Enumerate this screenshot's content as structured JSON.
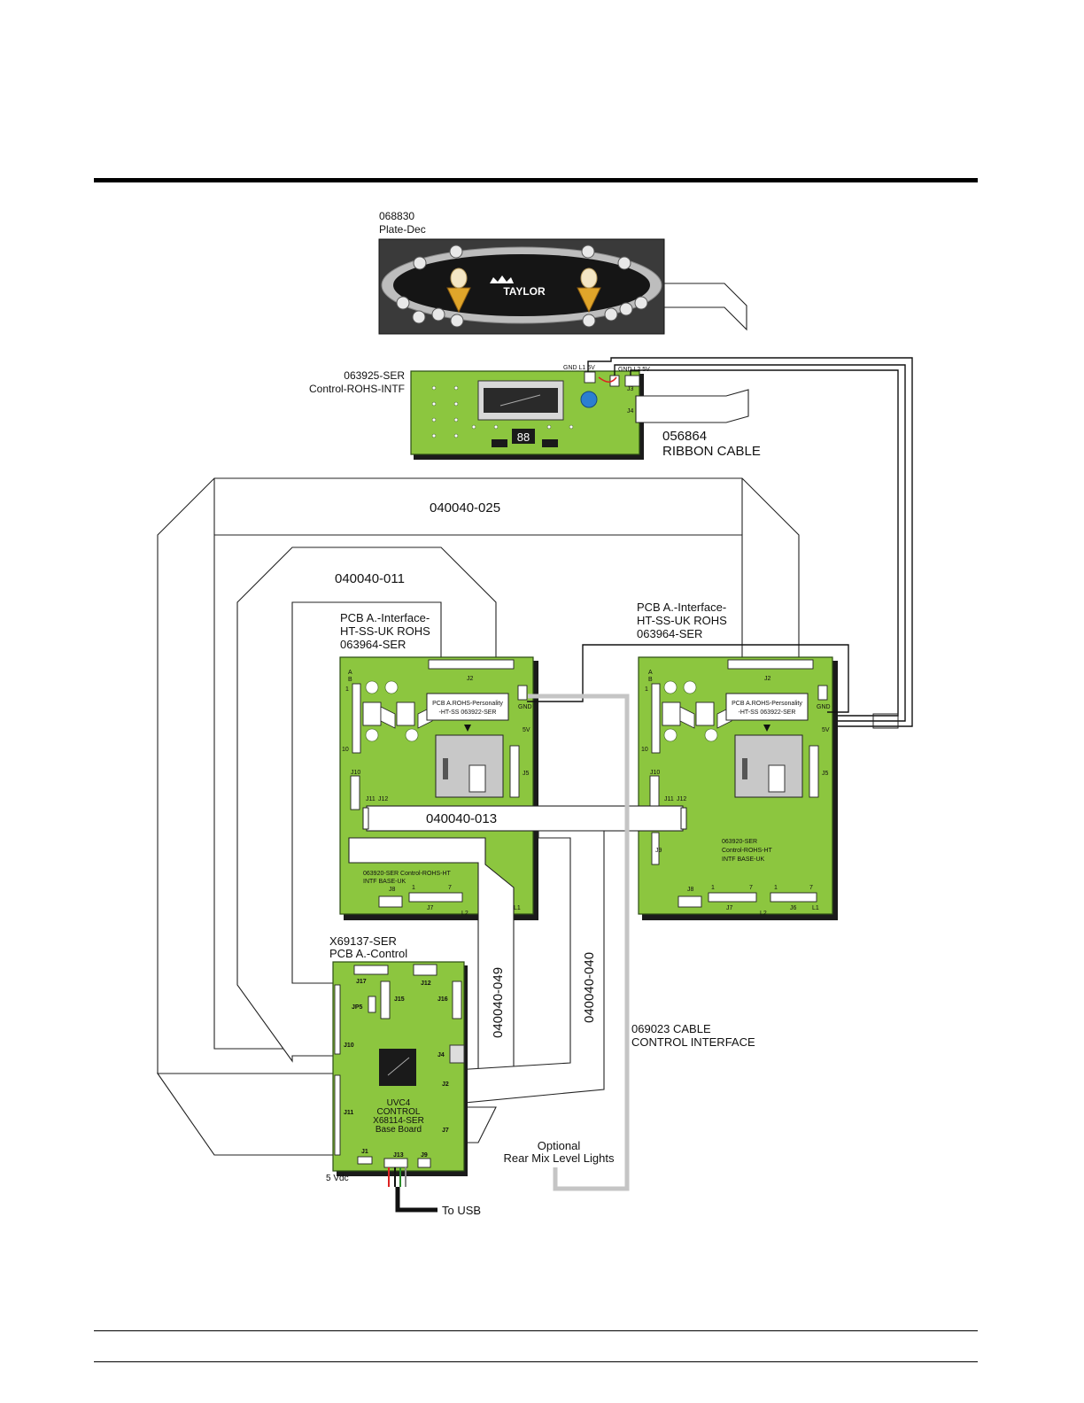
{
  "labels": {
    "plate_part": "068830",
    "plate_name": "Plate-Dec",
    "interface_part": "063925-SER",
    "interface_name": "Control-ROHS-INTF",
    "ribbon_part": "056864",
    "ribbon_name": "RIBBON CABLE",
    "cable_025": "040040-025",
    "cable_011": "040040-011",
    "cable_013": "040040-013",
    "cable_049": "040040-049",
    "cable_040": "040040-040",
    "pcb_left_line1": "PCB A.-Interface-",
    "pcb_left_line2": "HT-SS-UK ROHS",
    "pcb_left_line3": "063964-SER",
    "pcb_right_line1": "PCB A.-Interface-",
    "pcb_right_line2": "HT-SS-UK ROHS",
    "pcb_right_line3": "063964-SER",
    "personality_line1": "PCB A.ROHS-Personality",
    "personality_line2": "-HT-SS 063922-SER",
    "base_left_line1": "063920-SER Control-ROHS-HT",
    "base_left_line2": "INTF BASE-UK",
    "base_right_line1": "063920-SER",
    "base_right_line2": "Control-ROHS-HT",
    "base_right_line3": "INTF BASE-UK",
    "control_part": "X69137-SER",
    "control_name": "PCB A.-Control",
    "uvc_line1": "UVC4",
    "uvc_line2": "CONTROL",
    "uvc_line3": "X68114-SER",
    "uvc_line4": "Base Board",
    "interface_cable_part": "069023 CABLE",
    "interface_cable_name": "CONTROL INTERFACE",
    "optional_line1": "Optional",
    "optional_line2": "Rear Mix Level Lights",
    "to_usb": "To USB",
    "vdc": "5 Vdc",
    "display_digits": "88",
    "brand": "TAYLOR"
  },
  "connectors": {
    "j2": "J2",
    "j5": "J5",
    "j7": "J7",
    "j8": "J8",
    "j6": "J6",
    "j9": "J9",
    "j10": "J10",
    "j11": "J11",
    "j12": "J12",
    "j17": "J17",
    "j15": "J15",
    "j16": "J16",
    "jp5": "JP5",
    "j4": "J4",
    "j1": "J1",
    "j13": "J13",
    "j3": "J3",
    "gnd": "GND",
    "v5": "5V",
    "a": "A",
    "b": "B",
    "pin1": "1",
    "pin7": "7",
    "pin10": "10",
    "l1": "L1",
    "l2": "L2",
    "gnd_l1_5v": "GND L1 5V",
    "gnd_l2_5v": "GND L2 5V"
  },
  "colors": {
    "pcb_green": "#8cc63f",
    "gray_cable": "#c5c5c5",
    "plate_dark": "#3a3a3a",
    "cone_gold": "#e0a52a",
    "lcd_blue": "#2b7fd1"
  }
}
